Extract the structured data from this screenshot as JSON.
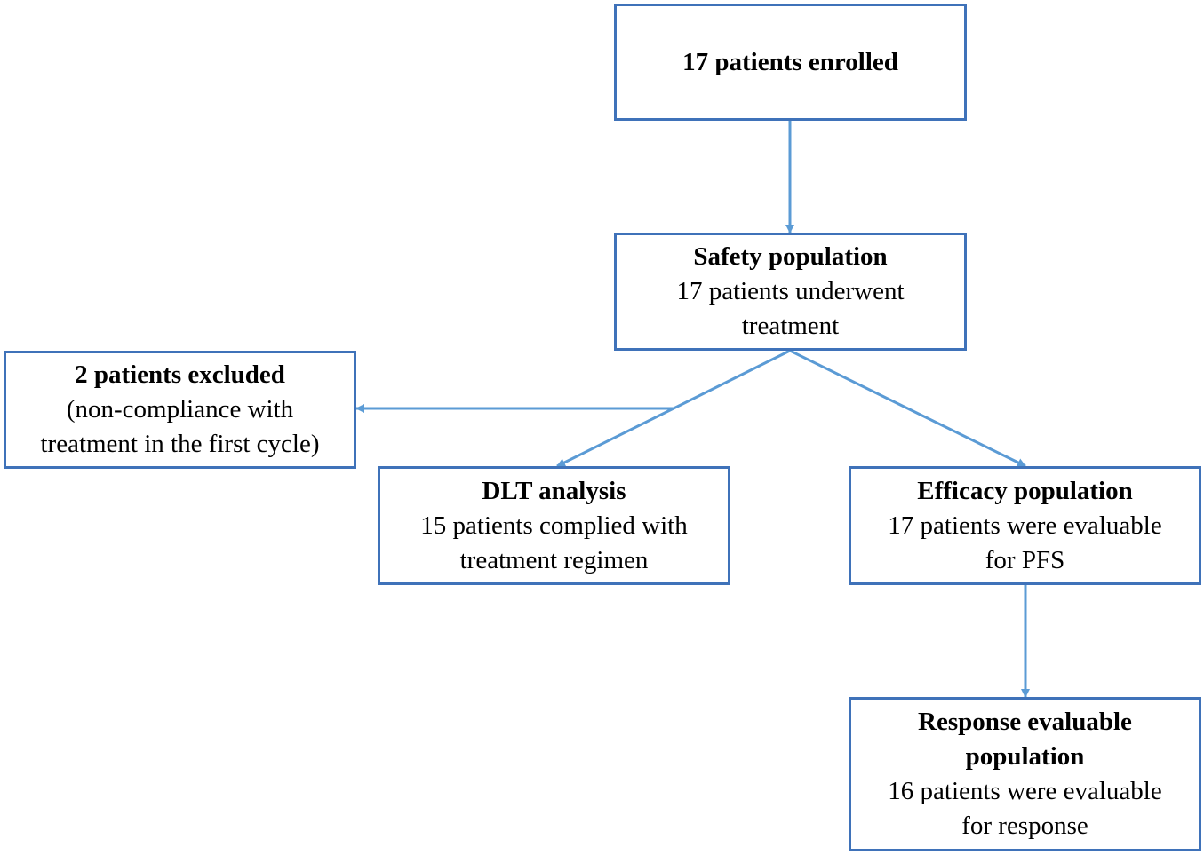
{
  "diagram": {
    "connector_color": "#5b9bd5",
    "border_color": "#3f72b9",
    "boxes": {
      "enrolled": {
        "title": "17 patients enrolled",
        "text": ""
      },
      "safety": {
        "title": "Safety population",
        "text": "17 patients underwent\ntreatment"
      },
      "excluded": {
        "title": "2 patients excluded",
        "text": "(non-compliance with\ntreatment in the first cycle)"
      },
      "dlt": {
        "title": "DLT analysis",
        "text": "15 patients complied with\ntreatment regimen"
      },
      "efficacy": {
        "title": "Efficacy population",
        "text": "17 patients were evaluable\nfor PFS"
      },
      "response": {
        "title": "Response evaluable\npopulation",
        "text": "16 patients were evaluable\nfor response"
      }
    }
  }
}
